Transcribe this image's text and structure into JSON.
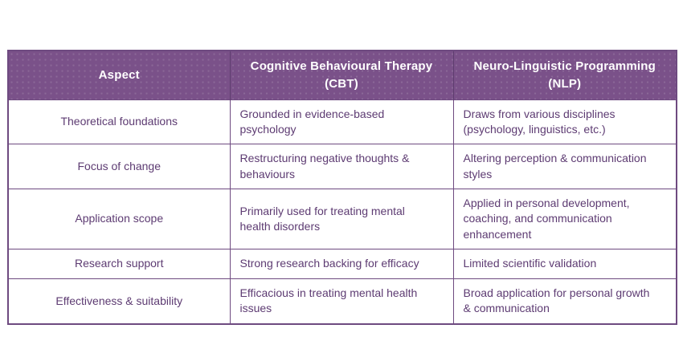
{
  "chart_data": {
    "type": "table",
    "title": "",
    "columns": [
      {
        "label": "Aspect"
      },
      {
        "label": "Cognitive Behavioural Therapy (CBT)"
      },
      {
        "label": "Neuro-Linguistic Programming (NLP)"
      }
    ],
    "rows": [
      {
        "aspect": "Theoretical foundations",
        "cbt": "Grounded in evidence-based psychology",
        "nlp": "Draws from various disciplines (psychology, linguistics, etc.)"
      },
      {
        "aspect": "Focus of change",
        "cbt": "Restructuring negative thoughts & behaviours",
        "nlp": "Altering perception & communication styles"
      },
      {
        "aspect": "Application scope",
        "cbt": "Primarily used for treating mental health disorders",
        "nlp": "Applied in personal development, coaching, and communication enhancement"
      },
      {
        "aspect": "Research support",
        "cbt": "Strong research backing for efficacy",
        "nlp": "Limited scientific validation"
      },
      {
        "aspect": "Effectiveness & suitability",
        "cbt": "Efficacious in treating mental health issues",
        "nlp": "Broad application for personal growth & communication"
      }
    ],
    "layout": {
      "legend": "none",
      "grid": "full cell borders",
      "header_position": "top"
    },
    "colors": {
      "header_bg": "#7a5189",
      "header_text": "#ffffff",
      "body_text": "#5d3b72",
      "border": "#6e4a80",
      "background": "#ffffff"
    }
  }
}
